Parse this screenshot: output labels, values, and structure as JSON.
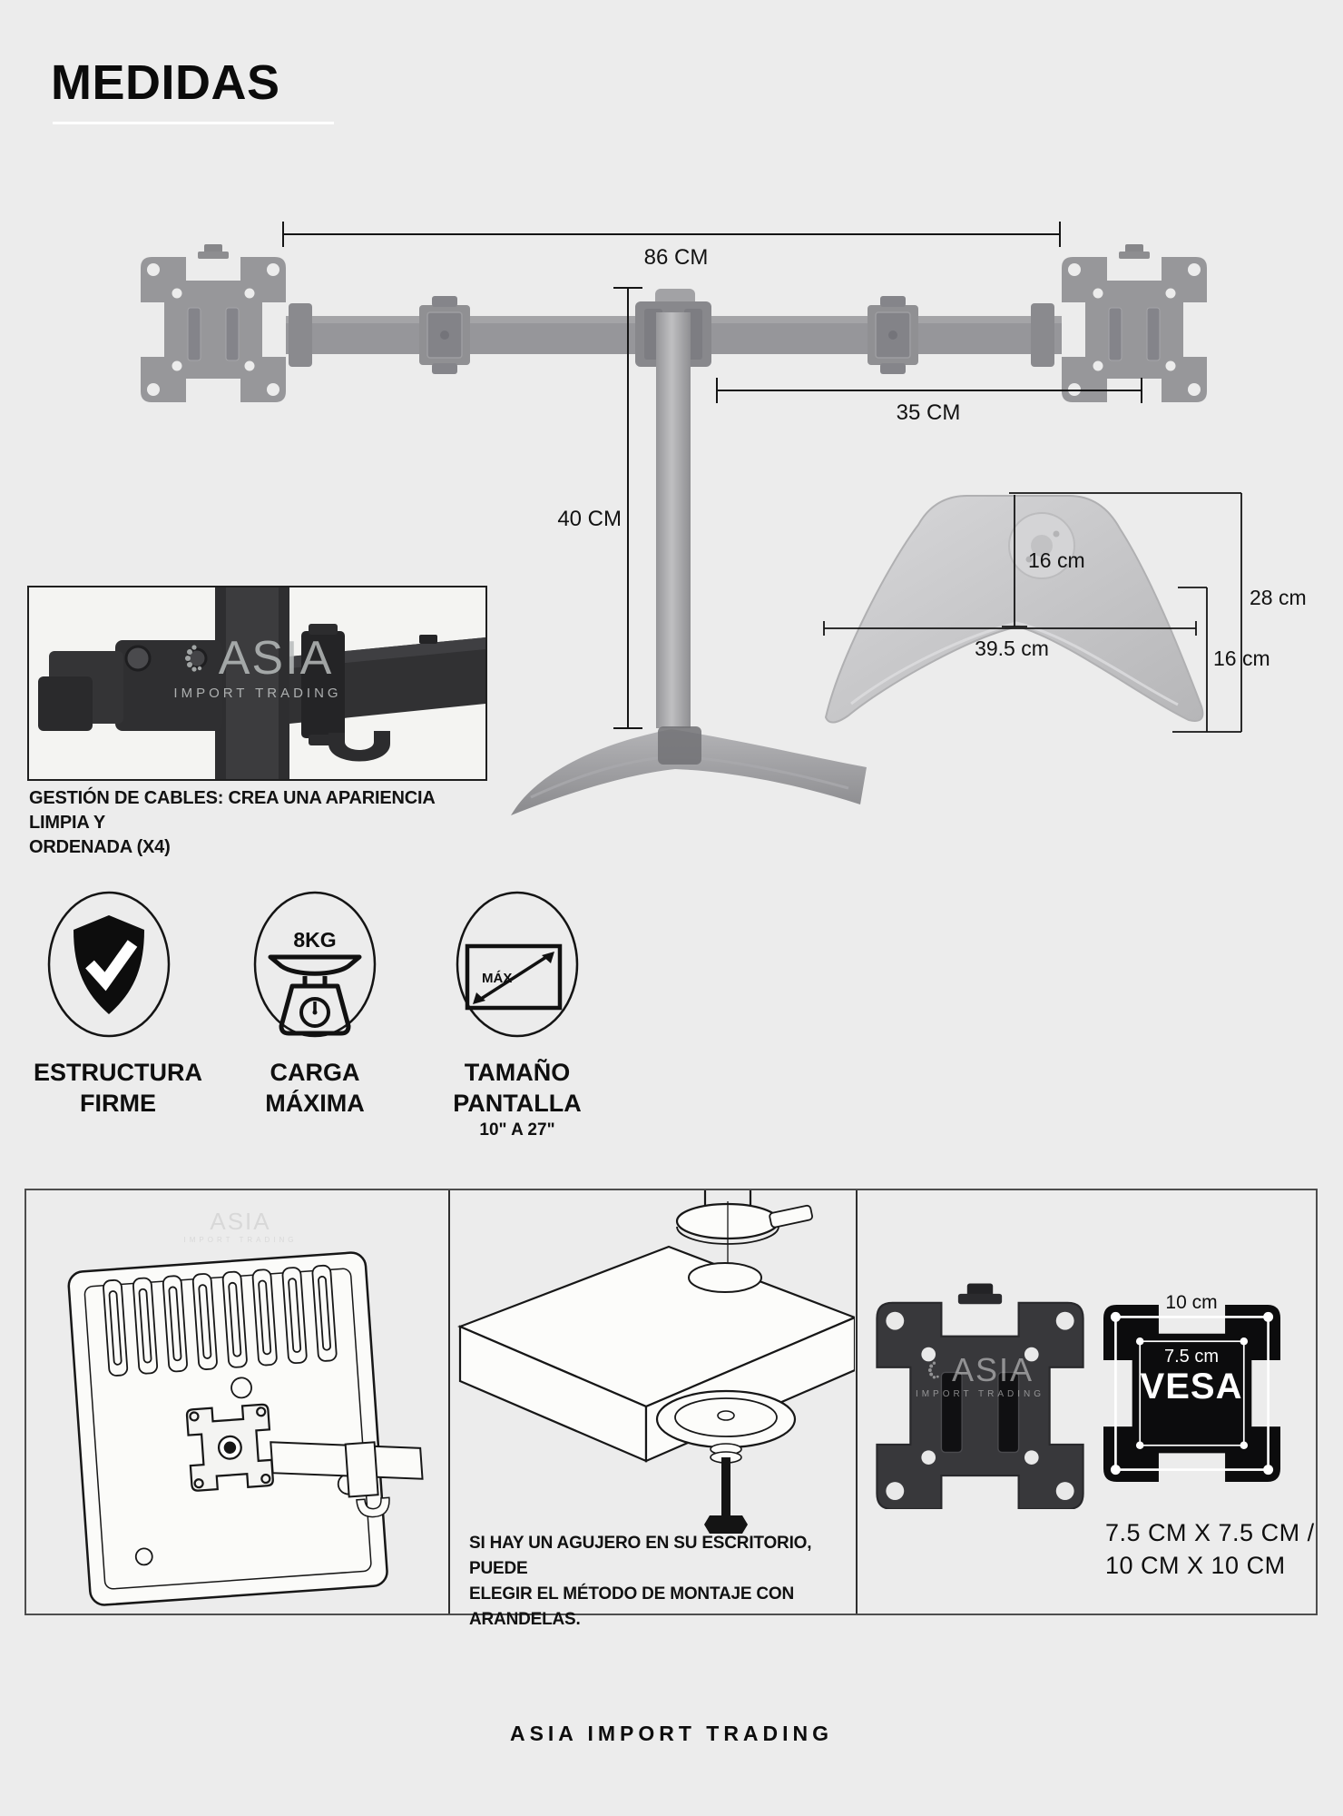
{
  "page": {
    "title": "MEDIDAS",
    "footer": "ASIA IMPORT TRADING",
    "colors": {
      "background": "#ececec",
      "ink": "#111111",
      "underline": "#ffffff"
    }
  },
  "watermark": {
    "brand": "ASIA",
    "subtitle": "IMPORT TRADING"
  },
  "hero": {
    "dim_width": "86 CM",
    "dim_arm": "35 CM",
    "dim_height": "40 CM"
  },
  "base_plate": {
    "dim_hub": "16 cm",
    "dim_depth": "28 cm",
    "dim_width": "39.5 cm",
    "dim_leg": "16 cm"
  },
  "cable": {
    "line1": "GESTIÓN DE CABLES: CREA UNA APARIENCIA LIMPIA Y",
    "line2": "ORDENADA (X4)"
  },
  "features": [
    {
      "icon": "shield-check-icon",
      "line1": "ESTRUCTURA",
      "line2": "FIRME"
    },
    {
      "icon": "scale-icon",
      "badge": "8KG",
      "line1": "CARGA",
      "line2": "MÁXIMA"
    },
    {
      "icon": "screen-size-icon",
      "icon_text": "MÁX",
      "line1": "TAMAÑO",
      "line2": "PANTALLA",
      "line3": "10\" A 27\""
    }
  ],
  "install": {
    "note": [
      "SI HAY UN AGUJERO EN SU ESCRITORIO, PUEDE",
      "ELEGIR EL MÉTODO DE MONTAJE CON",
      "ARANDELAS."
    ]
  },
  "vesa": {
    "outer_label": "10 cm",
    "inner_label": "7.5 cm",
    "name": "VESA",
    "size_line1": "7.5 CM X 7.5 CM /",
    "size_line2": "10 CM X 10 CM"
  }
}
